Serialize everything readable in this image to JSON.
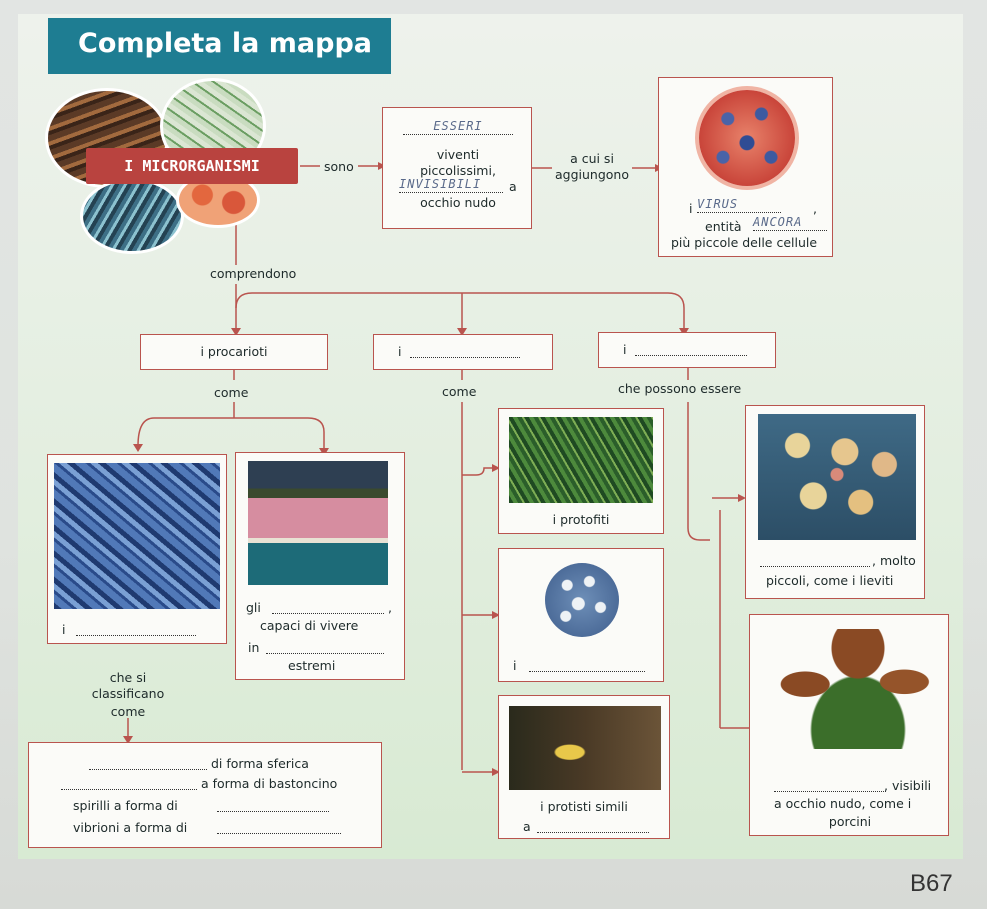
{
  "title": "Completa la mappa",
  "main_label": "I MICRORGANISMI",
  "links": {
    "sono": "sono",
    "comprendono": "comprendono",
    "come_left": "come",
    "come_mid": "come",
    "che_possono_essere": "che possono essere",
    "a_cui_si": "a cui si",
    "aggiungono": "aggiungono"
  },
  "definition_box": {
    "answer_1": "ESSERI",
    "line_viventi": "viventi",
    "line_piccolissimi": "piccolissimi,",
    "answer_2": "INVISIBILI",
    "suffix_a": "a",
    "line_occhio": "occhio nudo"
  },
  "virus_box": {
    "prefix_i": "i",
    "answer_virus": "VIRUS",
    "comma": ",",
    "prefix_entita": "entità",
    "answer_ancora": "ANCORA",
    "line_piu": "più piccole delle cellule"
  },
  "groups": {
    "procarioti": "i procarioti",
    "group2_prefix": "i",
    "group3_prefix": "i"
  },
  "procarioti": {
    "caption_i": "i",
    "caption_gli": "gli",
    "caption_capaci": "capaci di vivere",
    "caption_in": "in",
    "caption_estremi": "estremi",
    "comma": ","
  },
  "classify_label": {
    "line1": "che si",
    "line2": "classificano",
    "line3": "come"
  },
  "shapes_box": {
    "sferica": "di forma sferica",
    "bastoncino": "a forma di bastoncino",
    "spirilli": "spirilli a forma di",
    "vibrioni": "vibrioni a forma di"
  },
  "protists": {
    "protofiti": "i protofiti",
    "second_prefix": "i",
    "simili": "i protisti simili",
    "simili_a": "a"
  },
  "fungi": {
    "molto": ", molto",
    "piccoli": "piccoli, come i lieviti",
    "visibili": ", visibili",
    "occhio": "a occhio nudo, come i",
    "porcini": "porcini"
  },
  "page_number": "B67",
  "colors": {
    "title_bg": "#1e7d92",
    "main_label_bg": "#b9433f",
    "box_border": "#b9544e",
    "connector": "#b9544e"
  }
}
